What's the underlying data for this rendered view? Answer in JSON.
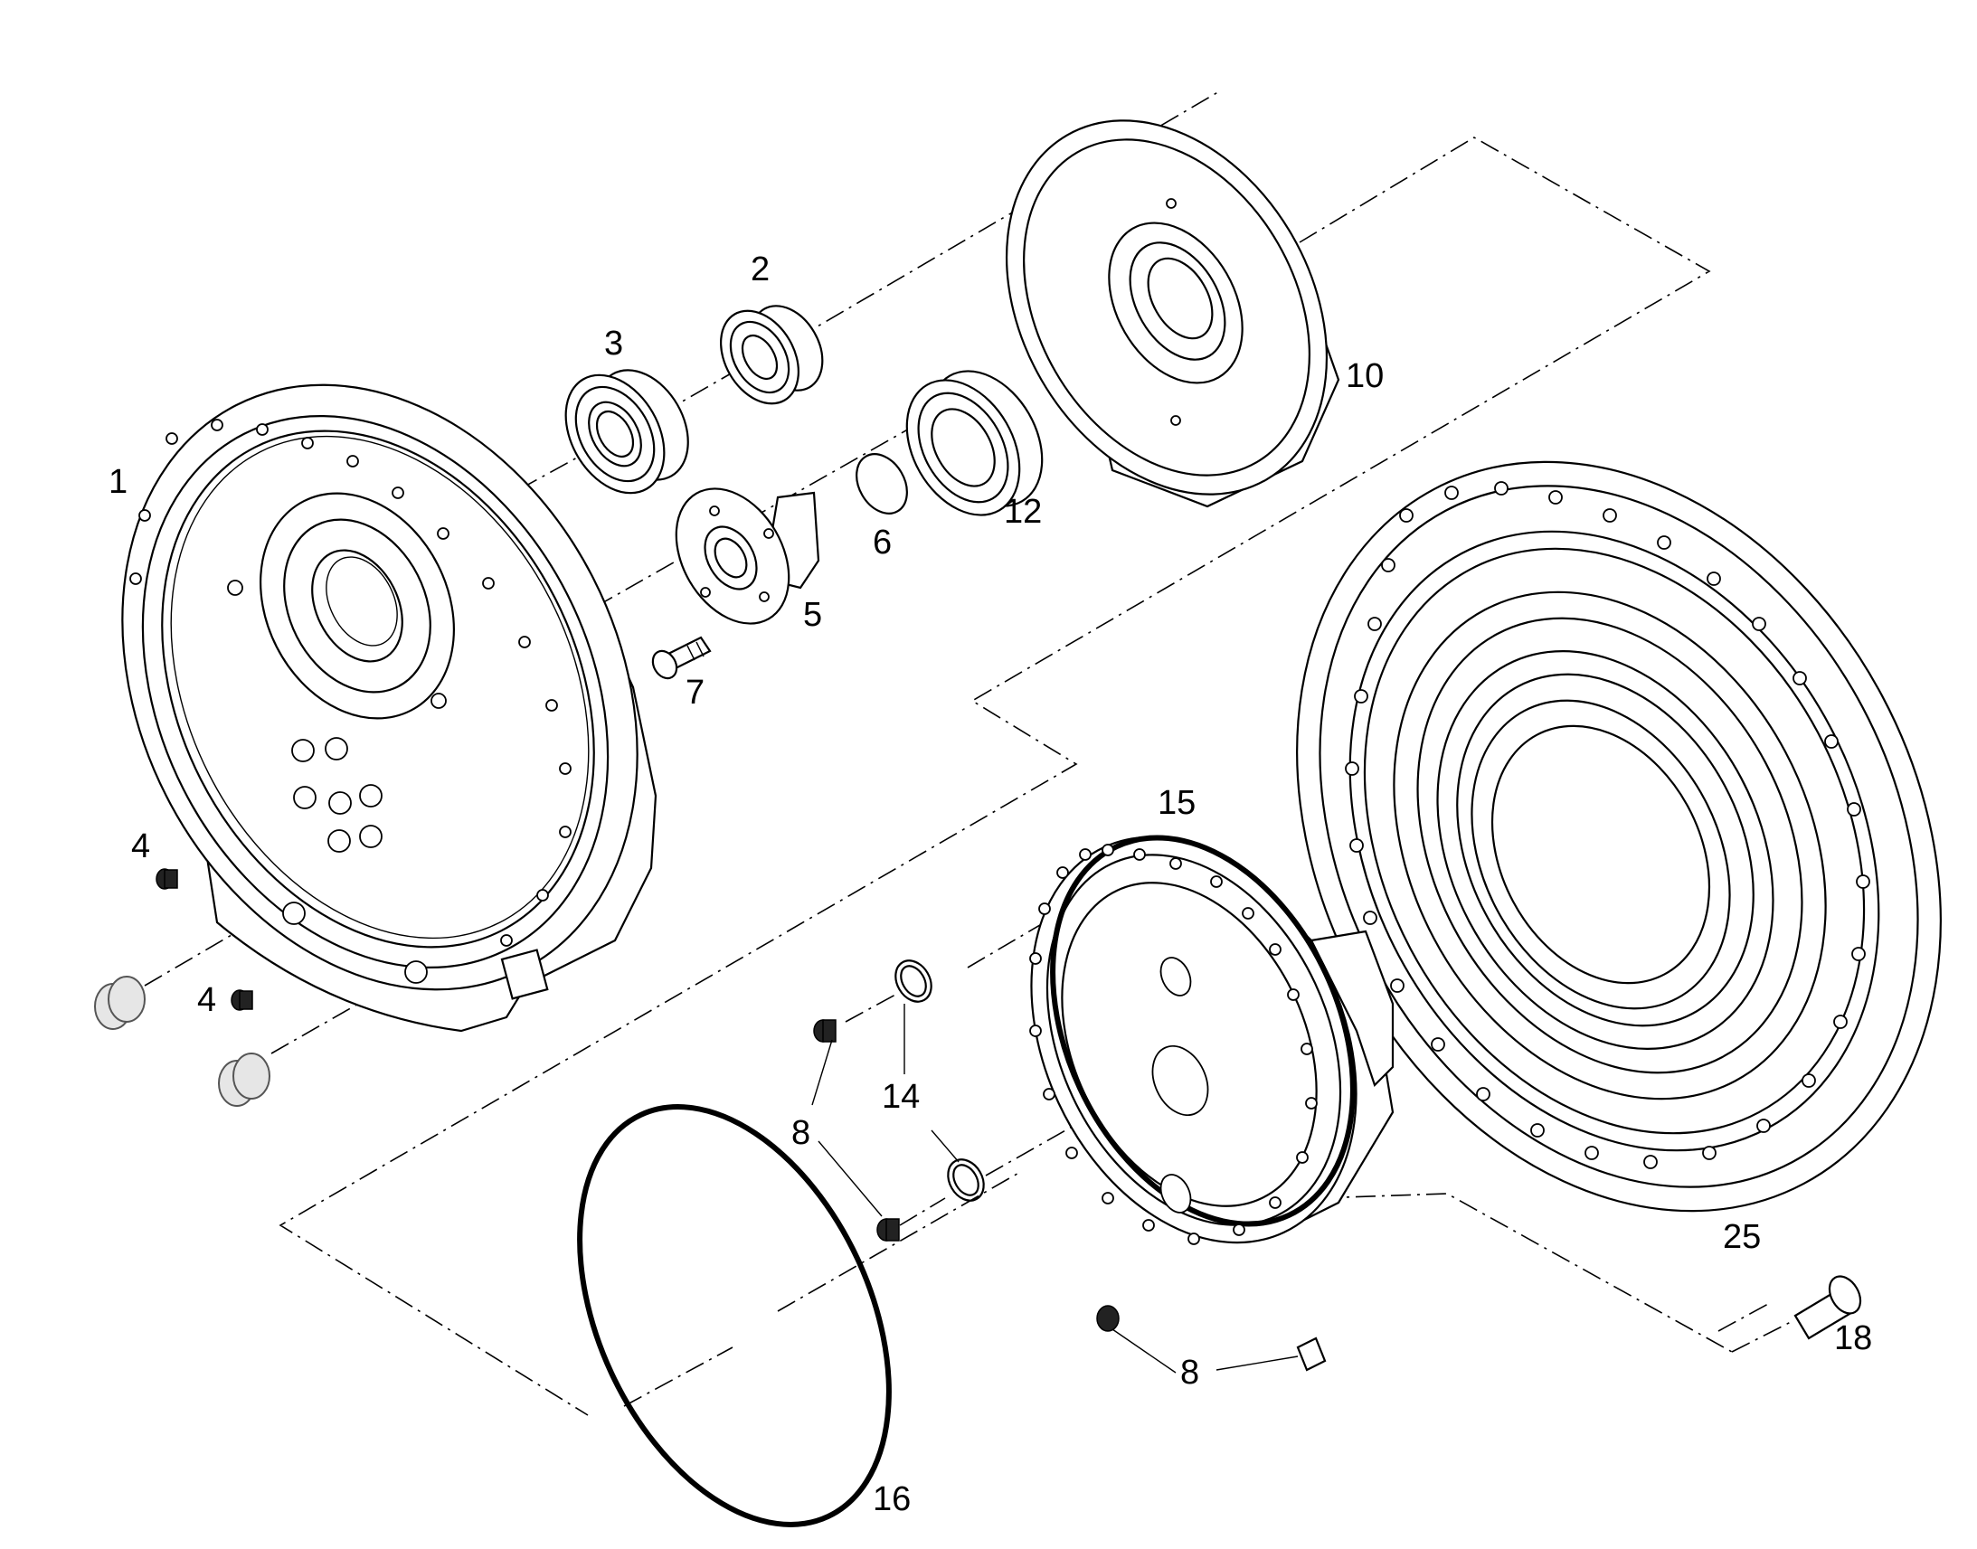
{
  "callouts": {
    "c1": "1",
    "c2": "2",
    "c3": "3",
    "c4a": "4",
    "c4b": "4",
    "c5": "5",
    "c6": "6",
    "c7": "7",
    "c8a": "8",
    "c8b": "8",
    "c10": "10",
    "c12": "12",
    "c14": "14",
    "c15": "15",
    "c16": "16",
    "c18": "18",
    "c25": "25"
  }
}
